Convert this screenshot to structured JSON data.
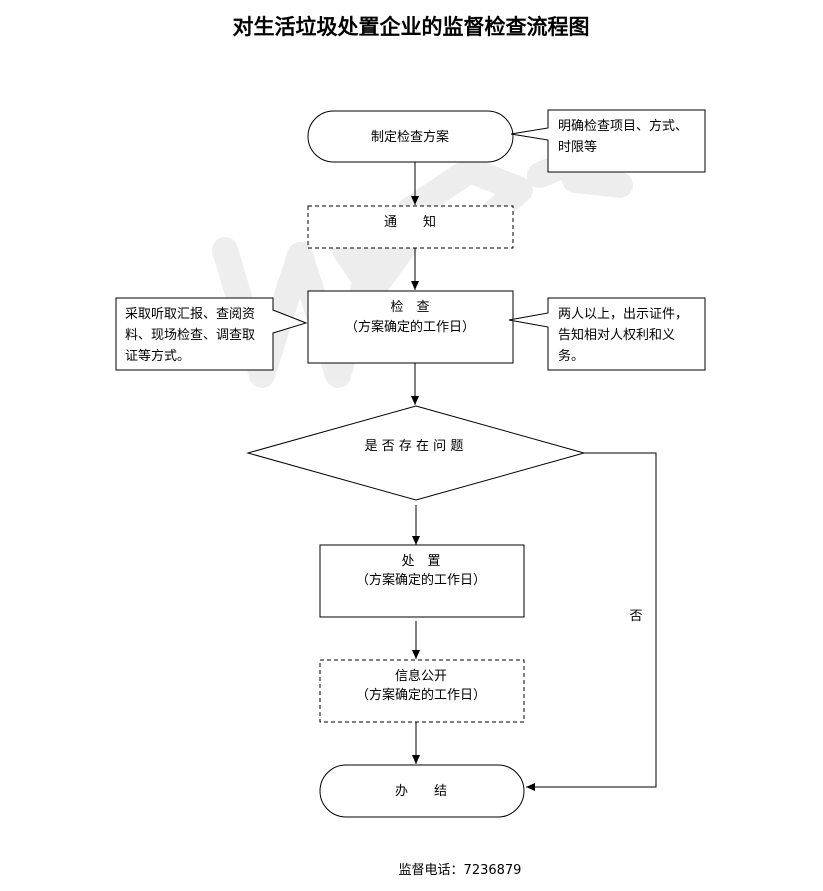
{
  "title": "对生活垃圾处置企业的监督检查流程图",
  "nodes": {
    "plan": "制定检查方案",
    "notice": "通　　知",
    "inspect": {
      "label": "检　查",
      "sub": "（方案确定的工作日）"
    },
    "decision": "是 否 存 在 问 题",
    "dispose": {
      "label": "处　置",
      "sub": "（方案确定的工作日）"
    },
    "publish": {
      "label": "信息公开",
      "sub": "（方案确定的工作日）"
    },
    "close": "办　　结"
  },
  "notes": {
    "plan": [
      "明确检查项目、方式、",
      "时限等"
    ],
    "methods": [
      "采取听取汇报、查阅资",
      "料、现场检查、调查取",
      "证等方式。"
    ],
    "staff": [
      "两人以上，出示证件，",
      "告知相对人权利和义",
      "务。"
    ]
  },
  "edge_no": "否",
  "footer": "监督电话：7236879"
}
